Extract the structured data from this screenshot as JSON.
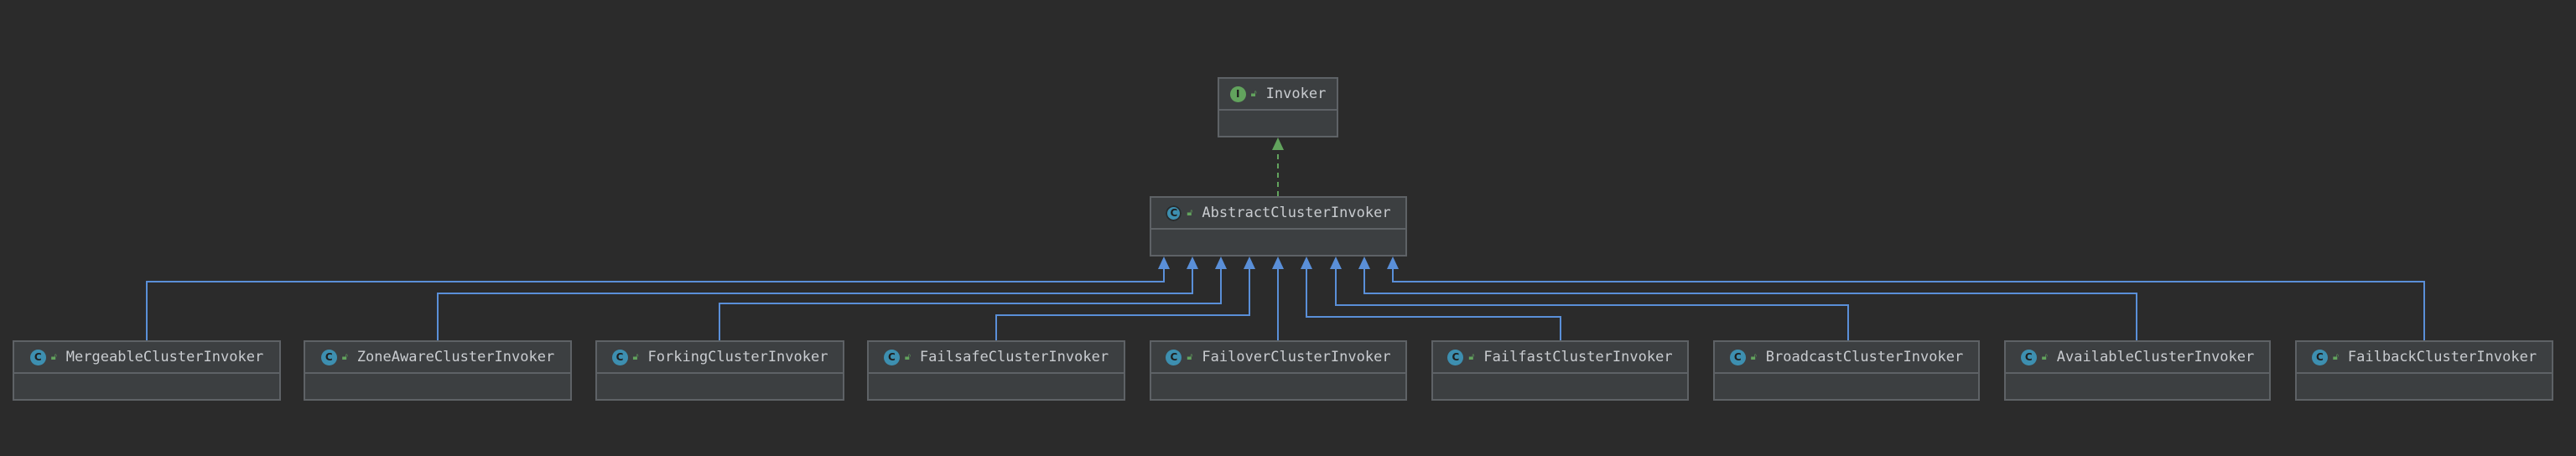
{
  "diagram": {
    "interface": {
      "name": "Invoker",
      "kind_icon": "interface-icon",
      "kind_letter": "I"
    },
    "abstract": {
      "name": "AbstractClusterInvoker",
      "kind_icon": "abstract-class-icon",
      "kind_letter": "C"
    },
    "classes": [
      {
        "name": "MergeableClusterInvoker",
        "kind_letter": "C"
      },
      {
        "name": "ZoneAwareClusterInvoker",
        "kind_letter": "C"
      },
      {
        "name": "ForkingClusterInvoker",
        "kind_letter": "C"
      },
      {
        "name": "FailsafeClusterInvoker",
        "kind_letter": "C"
      },
      {
        "name": "FailoverClusterInvoker",
        "kind_letter": "C"
      },
      {
        "name": "FailfastClusterInvoker",
        "kind_letter": "C"
      },
      {
        "name": "BroadcastClusterInvoker",
        "kind_letter": "C"
      },
      {
        "name": "AvailableClusterInvoker",
        "kind_letter": "C"
      },
      {
        "name": "FailbackClusterInvoker",
        "kind_letter": "C"
      }
    ],
    "relations": {
      "implements": {
        "from": "AbstractClusterInvoker",
        "to": "Invoker",
        "style": "dashed"
      },
      "extends_target": "AbstractClusterInvoker"
    },
    "colors": {
      "background": "#2b2b2b",
      "node_fill": "#3c3f41",
      "node_border": "#5e6266",
      "text": "#c9ccd0",
      "class_icon": "#3d8fb0",
      "interface_icon": "#62a35d",
      "visibility_icon": "#62a35d",
      "extends_edge": "#5a8fd8",
      "implements_edge": "#62a35d"
    }
  }
}
